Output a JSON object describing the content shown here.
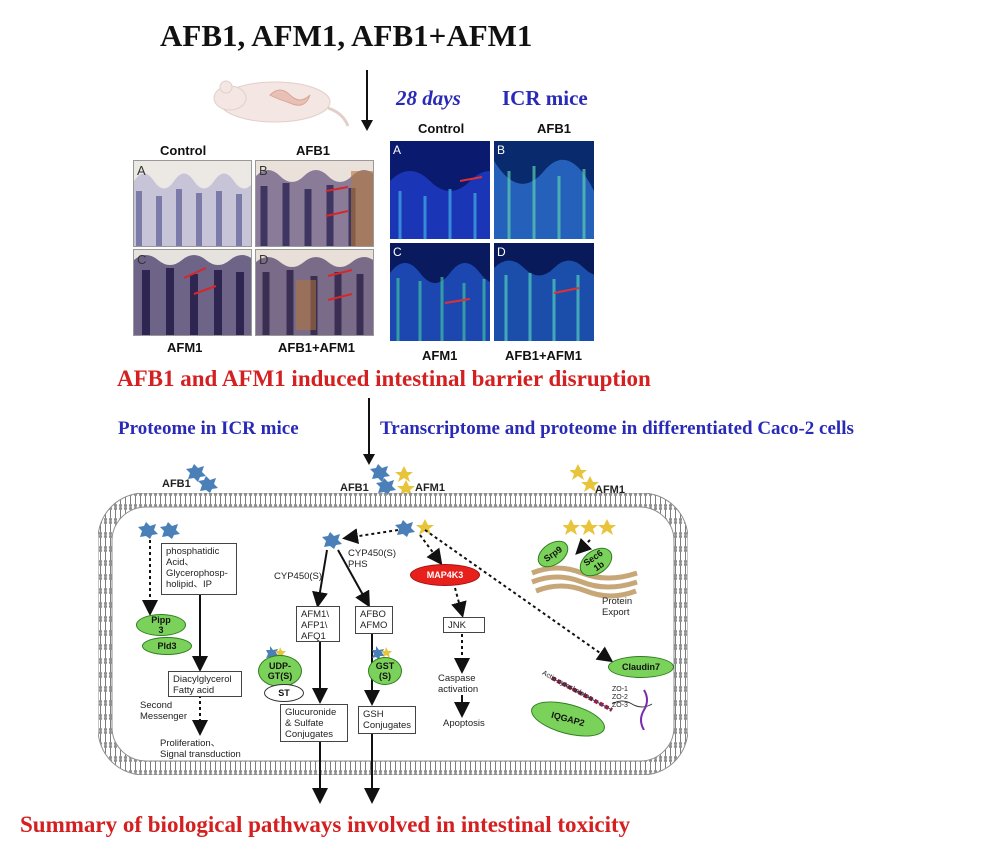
{
  "title": "AFB1, AFM1, AFB1+AFM1",
  "duration": "28 days",
  "model": "ICR mice",
  "ihc_panels": {
    "top_labels": [
      "Control",
      "AFB1"
    ],
    "bottom_labels": [
      "AFM1",
      "AFB1+AFM1"
    ],
    "letters": [
      "A",
      "B",
      "C",
      "D"
    ]
  },
  "if_panels": {
    "top_labels": [
      "Control",
      "AFB1"
    ],
    "bottom_labels": [
      "AFM1",
      "AFB1+AFM1"
    ],
    "letters": [
      "A",
      "B",
      "C",
      "D"
    ]
  },
  "finding": "AFB1 and AFM1 induced intestinal barrier disruption",
  "approach_left": "Proteome in ICR mice",
  "approach_right": "Transcriptome and proteome in differentiated Caco-2 cells",
  "toxins": {
    "afb1": "AFB1",
    "afb1_combo": "AFB1",
    "afm1_combo": "AFM1",
    "afm1": "AFM1"
  },
  "pathway": {
    "phosphatidic": "phosphatidic\nAcid、\nGlycerophosp-\nholipid、IP",
    "pipp3": "Pipp\n3",
    "pld3": "Pld3",
    "diacylglycerol": "Diacylglycerol\nFatty acid",
    "second_messenger": "Second\nMessenger",
    "proliferation": "Proliferation、\nSignal transduction",
    "cyp_left": "CYP450(S)",
    "cyp_right": "CYP450(S)\nPHS",
    "afm1_metab": "AFM1\\\nAFP1\\\nAFQ1",
    "afbo": "AFBO\nAFMO",
    "udpgt": "UDP-\nGT(S)",
    "st": "ST",
    "gst": "GST\n(S)",
    "glucuronide": "Glucuronide\n& Sulfate\nConjugates",
    "gsh": "GSH\nConjugates",
    "map4k": "MAP4K3",
    "jnk": "JNK",
    "caspase": "Caspase\nactivation",
    "apoptosis": "Apoptosis",
    "srp9": "Srp9",
    "sec61b": "Sec6\n1b",
    "protein_export": "Protein\nExport",
    "claudin7": "Claudin7",
    "actin": "Actin cytoskeleton",
    "zo": "ZO-1\nZO-2\nZO-3",
    "iqgap2": "IQGAP2"
  },
  "summary": "Summary of biological pathways involved in intestinal toxicity",
  "colors": {
    "red": "#d42020",
    "blue": "#2a2ab8",
    "green": "#7bd25a",
    "membrane": "#9a9a9a",
    "afb1_molecule": "#4a7fb8",
    "afm1_molecule": "#e8c43a"
  }
}
